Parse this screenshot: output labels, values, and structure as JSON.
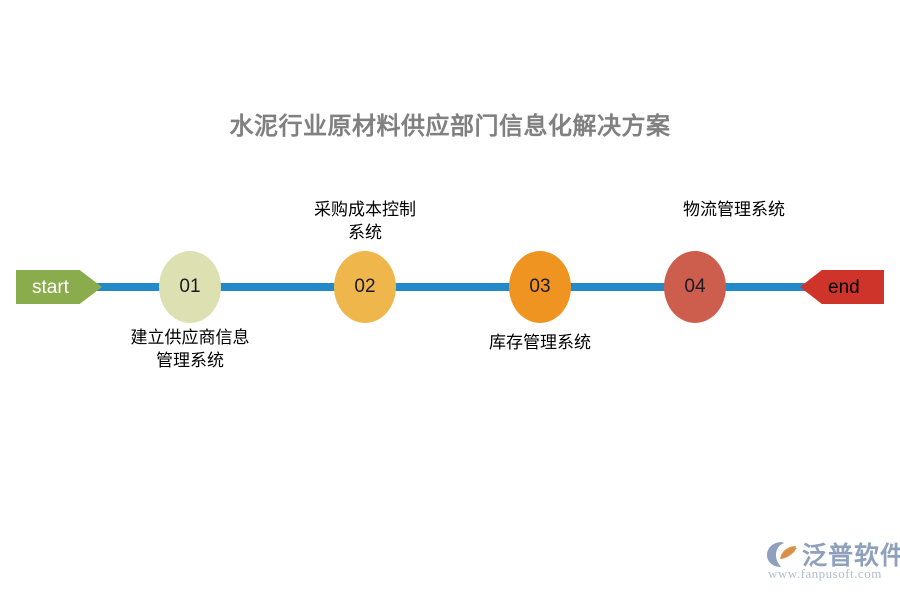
{
  "title": "水泥行业原材料供应部门信息化解决方案",
  "timeline": {
    "start_label": "start",
    "end_label": "end",
    "line_color": "#2389c9",
    "start_color": "#8aac4c",
    "end_color": "#cf342a",
    "nodes": [
      {
        "number": "01",
        "label": "建立供应商信息\n管理系统",
        "color": "#dde0b0",
        "position": "below"
      },
      {
        "number": "02",
        "label": "采购成本控制\n系统",
        "color": "#eeb64b",
        "position": "above"
      },
      {
        "number": "03",
        "label": "库存管理系统",
        "color": "#ef9421",
        "position": "below"
      },
      {
        "number": "04",
        "label": "物流管理系统",
        "color": "#cd5d4c",
        "position": "above"
      }
    ]
  },
  "logo": {
    "name": "泛普软件",
    "url": "www.fanpusoft.com",
    "mark_color": "#8fa0bd",
    "mark_accent": "#e0a060"
  }
}
